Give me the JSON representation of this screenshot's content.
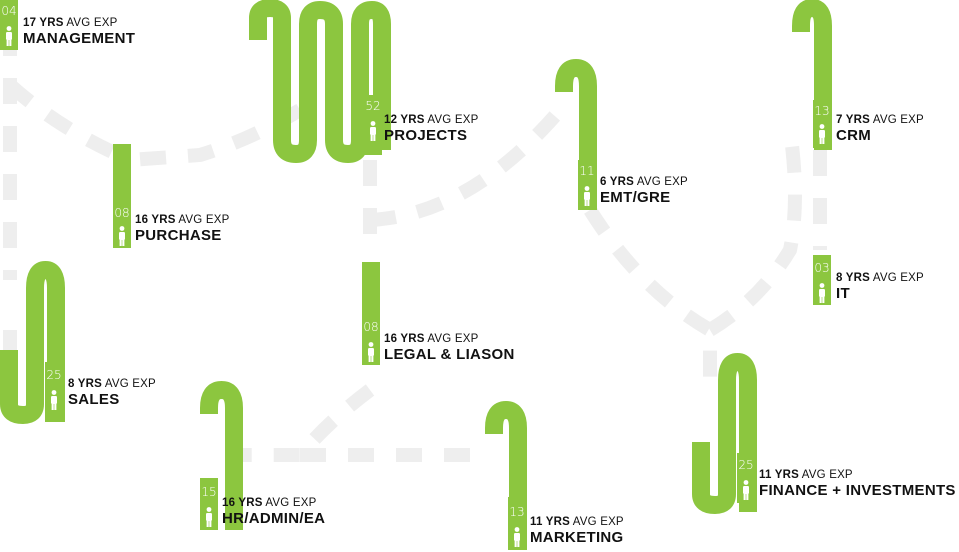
{
  "colors": {
    "accent": "#8cc63f",
    "track": "#eeeeee",
    "text": "#111111",
    "count_text": "#ffffff"
  },
  "icon": "person-icon",
  "yrs_label": "YRS",
  "avg_label": "AVG EXP",
  "departments": [
    {
      "id": "management",
      "name": "MANAGEMENT",
      "count": "04",
      "avg_years": "17"
    },
    {
      "id": "projects",
      "name": "PROJECTS",
      "count": "52",
      "avg_years": "12"
    },
    {
      "id": "crm",
      "name": "CRM",
      "count": "13",
      "avg_years": "7"
    },
    {
      "id": "purchase",
      "name": "PURCHASE",
      "count": "08",
      "avg_years": "16"
    },
    {
      "id": "emt-gre",
      "name": "EMT/GRE",
      "count": "11",
      "avg_years": "6"
    },
    {
      "id": "it",
      "name": "IT",
      "count": "03",
      "avg_years": "8"
    },
    {
      "id": "sales",
      "name": "SALES",
      "count": "25",
      "avg_years": "8"
    },
    {
      "id": "legal-liason",
      "name": "LEGAL & LIASON",
      "count": "08",
      "avg_years": "16"
    },
    {
      "id": "hr-admin-ea",
      "name": "HR/ADMIN/EA",
      "count": "15",
      "avg_years": "16"
    },
    {
      "id": "marketing",
      "name": "MARKETING",
      "count": "13",
      "avg_years": "11"
    },
    {
      "id": "finance-investments",
      "name": "FINANCE + INVESTMENTS",
      "count": "25",
      "avg_years": "11"
    }
  ]
}
